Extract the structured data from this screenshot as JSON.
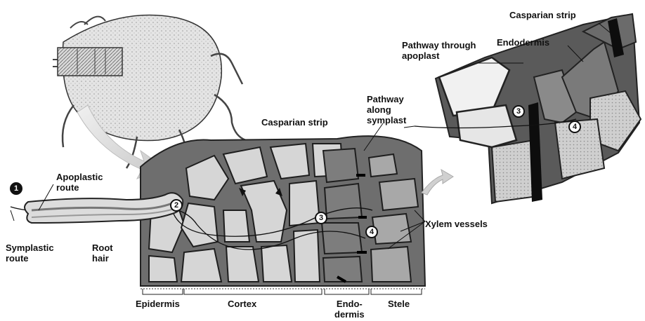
{
  "labels": {
    "casparian_strip_top": "Casparian strip",
    "endodermis_top": "Endodermis",
    "pathway_apoplast": [
      "Pathway through",
      "apoplast"
    ],
    "pathway_symplast": [
      "Pathway",
      "along",
      "symplast"
    ],
    "casparian_strip_mid": "Casparian strip",
    "apoplastic_route": [
      "Apoplastic",
      "route"
    ],
    "symplastic_route": [
      "Symplastic",
      "route"
    ],
    "root_hair": [
      "Root",
      "hair"
    ],
    "xylem_vessels": "Xylem vessels",
    "epidermis": "Epidermis",
    "cortex": "Cortex",
    "endodermis_bottom": [
      "Endo-",
      "dermis"
    ],
    "stele": "Stele"
  },
  "badges": {
    "b1": "1",
    "b2": "2",
    "b3": "3",
    "b4": "4",
    "b3_inset": "3",
    "b4_inset": "4"
  },
  "colors": {
    "cell_wall": "#2a2a2a",
    "cytoplasm": "#bdbdbd",
    "endodermis_fill": "#7a7a7a",
    "casparian": "#111111",
    "root_body": "#e2e2e2"
  }
}
